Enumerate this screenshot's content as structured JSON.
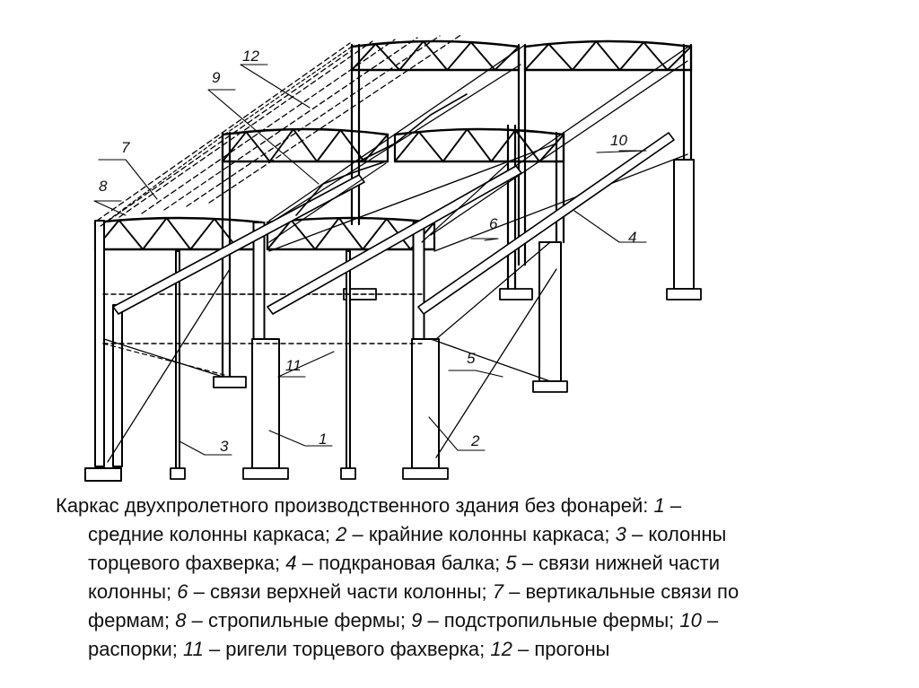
{
  "callouts": [
    {
      "num": "1"
    },
    {
      "num": "2"
    },
    {
      "num": "3"
    },
    {
      "num": "4"
    },
    {
      "num": "5"
    },
    {
      "num": "6"
    },
    {
      "num": "7"
    },
    {
      "num": "8"
    },
    {
      "num": "9"
    },
    {
      "num": "10"
    },
    {
      "num": "11"
    },
    {
      "num": "12"
    }
  ],
  "caption": {
    "lines": [
      [
        {
          "t": "Каркас двухпролетного производственного здания без фонарей: "
        },
        {
          "t": "1",
          "i": true
        },
        {
          "t": " –"
        }
      ],
      [
        {
          "t": "средние колонны каркаса; "
        },
        {
          "t": "2",
          "i": true
        },
        {
          "t": " – крайние колонны каркаса; "
        },
        {
          "t": "3",
          "i": true
        },
        {
          "t": " – колонны"
        }
      ],
      [
        {
          "t": "торцевого фахверка; "
        },
        {
          "t": "4",
          "i": true
        },
        {
          "t": " – подкрановая балка;  "
        },
        {
          "t": "5",
          "i": true
        },
        {
          "t": " – связи нижней части"
        }
      ],
      [
        {
          "t": "колонны; "
        },
        {
          "t": "6",
          "i": true
        },
        {
          "t": " – связи верхней части колонны; "
        },
        {
          "t": "7",
          "i": true
        },
        {
          "t": " – вертикальные связи по"
        }
      ],
      [
        {
          "t": "фермам; "
        },
        {
          "t": "8",
          "i": true
        },
        {
          "t": " – стропильные фермы; "
        },
        {
          "t": "9",
          "i": true
        },
        {
          "t": " – подстропильные фермы; "
        },
        {
          "t": "10",
          "i": true
        },
        {
          "t": " –"
        }
      ],
      [
        {
          "t": "распорки; "
        },
        {
          "t": "11",
          "i": true
        },
        {
          "t": " – ригели торцевого фахверка; "
        },
        {
          "t": "12",
          "i": true
        },
        {
          "t": " – прогоны"
        }
      ]
    ]
  }
}
